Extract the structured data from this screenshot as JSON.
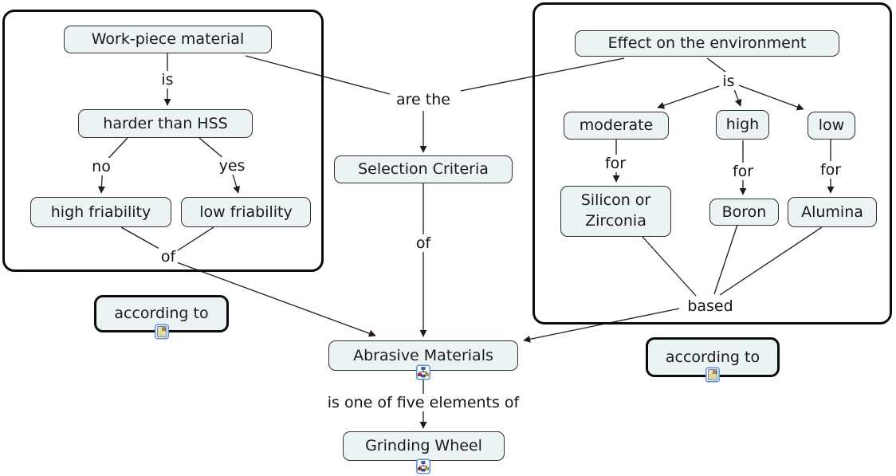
{
  "diagram_type": "concept-map",
  "colors": {
    "node_fill": "#ecf3f4",
    "node_border": "#2f2f2f",
    "group_border": "#0b0b0b",
    "line": "#1c1c1c",
    "canvas": "#ffffff",
    "icon_border": "#5b8fd4"
  },
  "left_group": {
    "nodes": {
      "workpiece": "Work-piece material",
      "harder_than_hss": "harder than HSS",
      "high_friability": "high friability",
      "low_friability": "low friability"
    },
    "links": {
      "is": "is",
      "no": "no",
      "yes": "yes",
      "of": "of"
    }
  },
  "center": {
    "links": {
      "are_the": "are the",
      "of": "of",
      "is_one_of_five": "is one of five elements of"
    },
    "nodes": {
      "selection_criteria": "Selection Criteria",
      "abrasive_materials": "Abrasive Materials",
      "grinding_wheel": "Grinding Wheel"
    }
  },
  "right_group": {
    "nodes": {
      "effect_environment": "Effect on the environment",
      "moderate": "moderate",
      "high": "high",
      "low": "low",
      "silicon_zirconia": "Silicon or Zirconia",
      "boron": "Boron",
      "alumina": "Alumina"
    },
    "links": {
      "is": "is",
      "for_moderate": "for",
      "for_high": "for",
      "for_low": "for",
      "based": "based"
    }
  },
  "annotations": {
    "according_to_left": "according to",
    "according_to_right": "according to"
  },
  "icons": {
    "document_resource": "document-resource-icon",
    "concept_map_link": "concept-map-icon"
  }
}
